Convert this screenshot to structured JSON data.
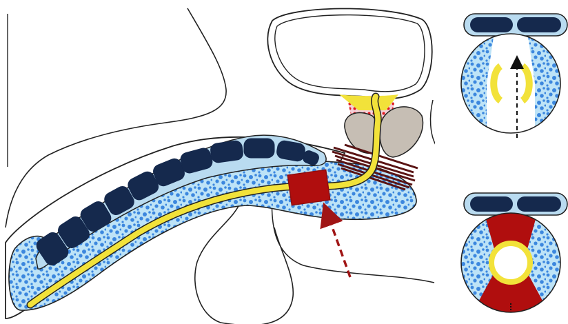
{
  "figure": {
    "panels": [
      {
        "id": "main-sagittal-section"
      },
      {
        "id": "cross-section-top"
      },
      {
        "id": "cross-section-bottom"
      }
    ],
    "colors": {
      "outline": "#222222",
      "corpus_cavernosum": "#15294d",
      "tunica": "#b9dbf0",
      "spongiosum_fill": "#bde3f7",
      "spongiosum_texture": "#3c87de",
      "urethra": "#f2e23a",
      "graft": "#b00e0e",
      "graft_dark": "#8f0d0d",
      "sphincter": "#5a1414",
      "prostate": "#c6beb4",
      "prostate_dots": "#e0191f",
      "arrow_red": "#a01515",
      "arrow_black": "#111111"
    },
    "arrows": [
      {
        "name": "red-dashed-arrow",
        "style": "dashed",
        "color": "#a01515"
      },
      {
        "name": "black-dashed-arrow",
        "style": "dashed",
        "color": "#111111"
      }
    ]
  }
}
